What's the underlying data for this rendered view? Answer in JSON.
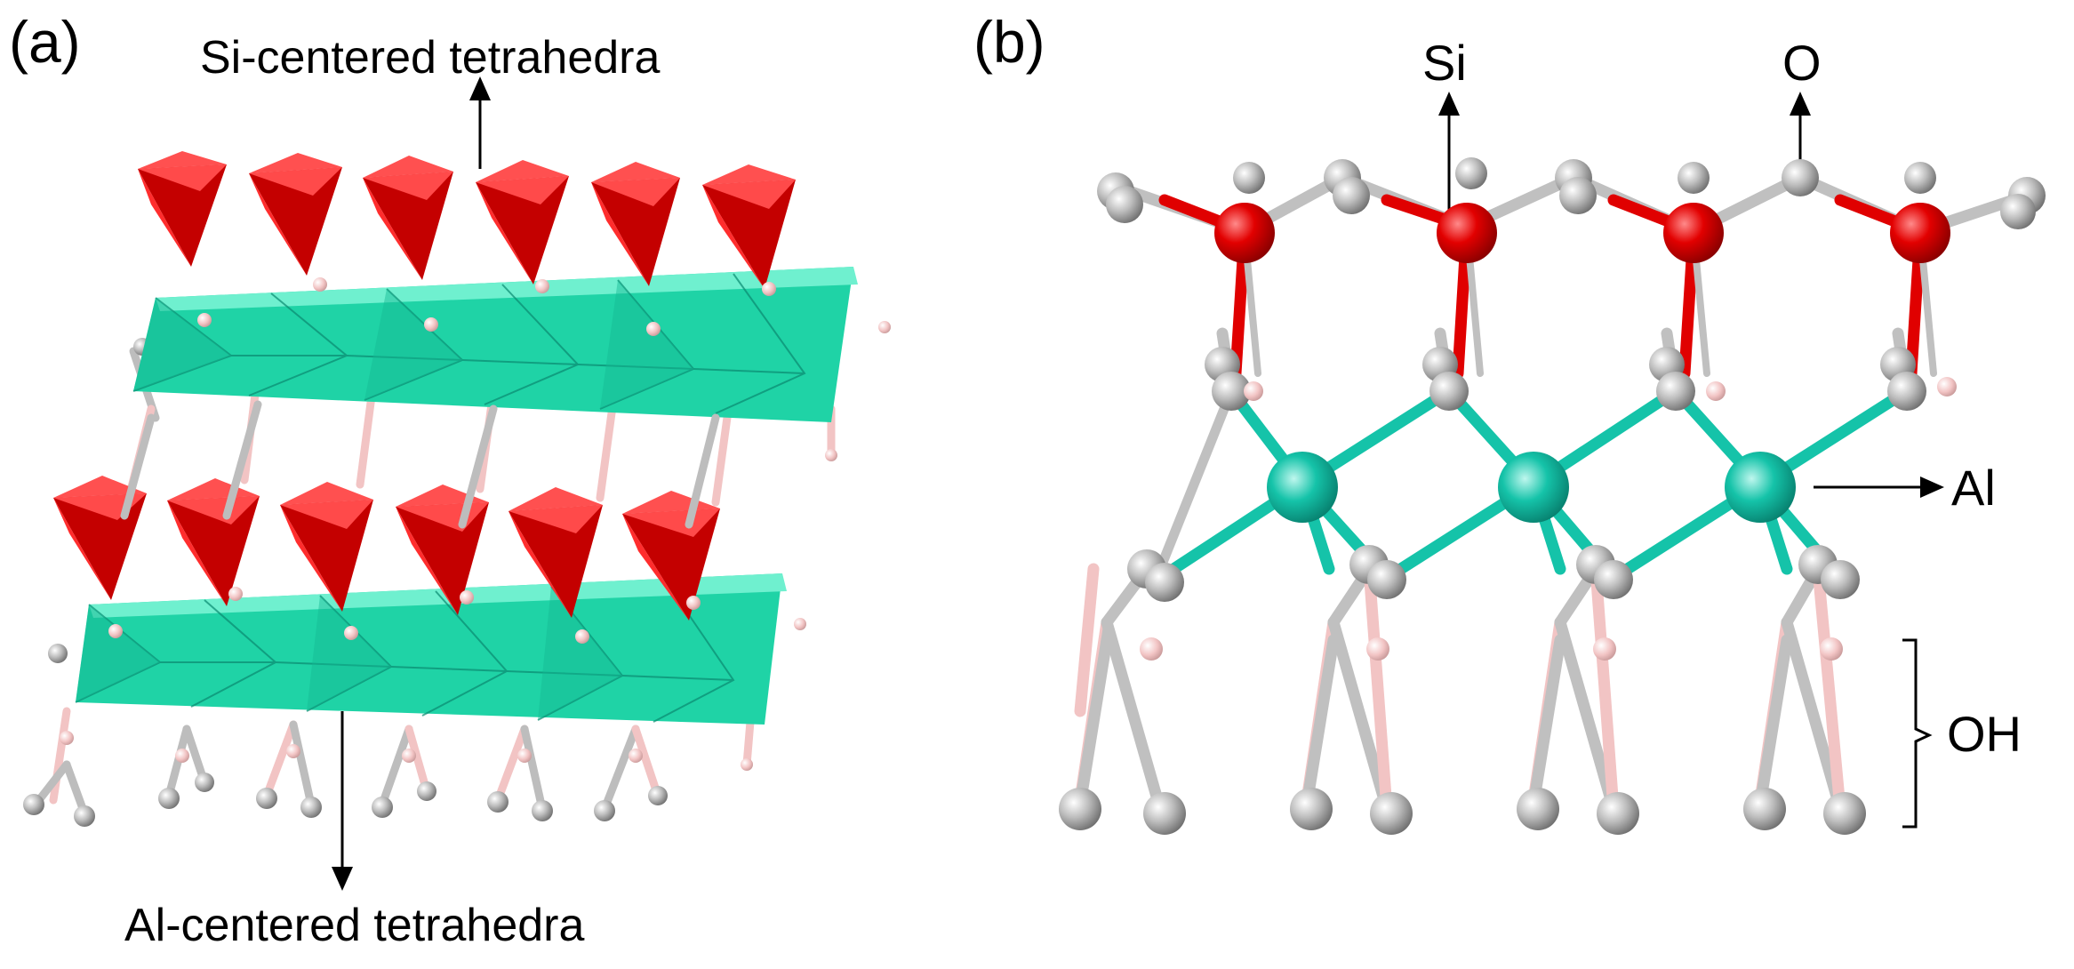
{
  "panel_a": {
    "label": "(a)",
    "top_caption": "Si-centered tetrahedra",
    "bottom_caption": "Al-centered tetrahedra",
    "colors": {
      "si_tetrahedra": "#e41a1a",
      "al_octahedra": "#1fd3a6",
      "oxygen": "#bdbdbd",
      "hydrogen": "#f4c9c9"
    }
  },
  "panel_b": {
    "label": "(b)",
    "si_label": "Si",
    "o_label": "O",
    "al_label": "Al",
    "oh_label": "OH",
    "colors": {
      "si": "#e00000",
      "o": "#b8b8b8",
      "al": "#15c3a9",
      "h": "#f2c4c4"
    }
  }
}
